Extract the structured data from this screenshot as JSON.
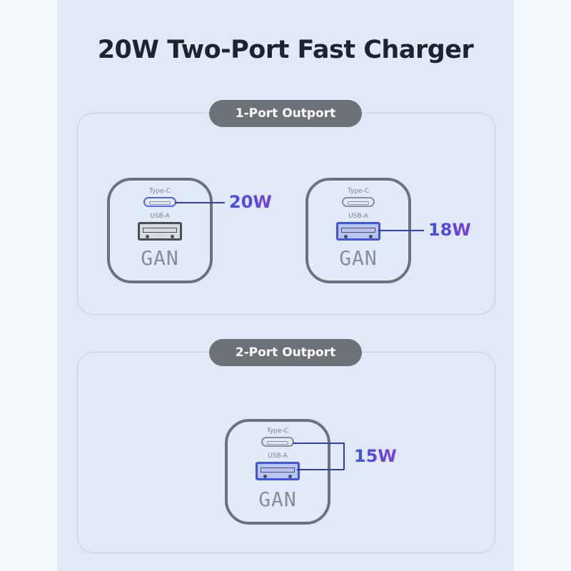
{
  "title": "20W Two-Port Fast Charger",
  "sections": [
    {
      "label": "1-Port Outport",
      "chargers": [
        {
          "type_c": "Type-C",
          "usb_a": "USB-A",
          "logo": "GAN",
          "watt": "20W",
          "active": "type-c"
        },
        {
          "type_c": "Type-C",
          "usb_a": "USB-A",
          "logo": "GAN",
          "watt": "18W",
          "active": "usb-a"
        }
      ]
    },
    {
      "label": "2-Port Outport",
      "chargers": [
        {
          "type_c": "Type-C",
          "usb_a": "USB-A",
          "logo": "GAN",
          "watt": "15W",
          "active": "both"
        }
      ]
    }
  ],
  "colors": {
    "accent_start": "#3b52e6",
    "accent_end": "#7a3fe0",
    "pill": "#6d7279"
  }
}
